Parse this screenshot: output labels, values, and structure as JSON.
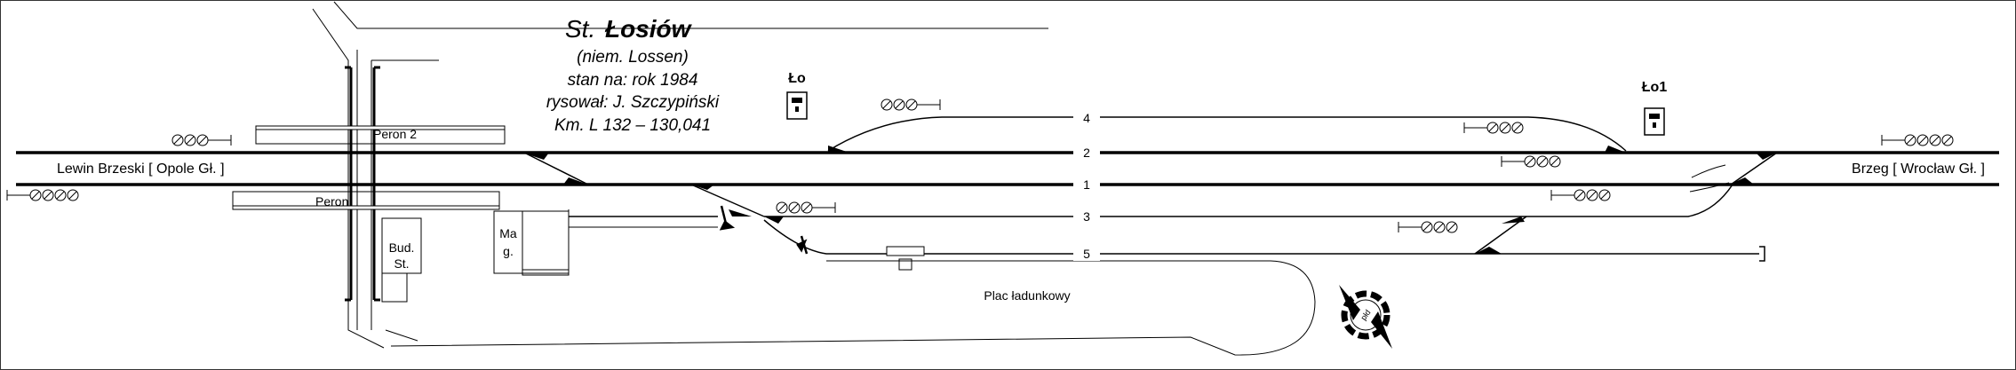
{
  "header": {
    "station_prefix": "St.",
    "station_name": "Łosiów",
    "former_name": "(niem. Lossen)",
    "state_date": "stan na: rok 1984",
    "drawn_by": "rysował: J. Szczypiński",
    "kilometre": "Km. L 132 – 130,041"
  },
  "directions": {
    "west": "Lewin Brzeski [ Opole Gł. ]",
    "east": "Brzeg [ Wrocław Gł. ]"
  },
  "tracks": [
    "4",
    "2",
    "1",
    "3",
    "5"
  ],
  "signal_boxes": [
    "Ło",
    "Ło1"
  ],
  "platforms": [
    "Peron 2",
    "Peron"
  ],
  "buildings": {
    "station_building": [
      "Bud.",
      "St."
    ],
    "warehouse": [
      "Ma",
      "g."
    ]
  },
  "loading_area": "Plac ładunkowy",
  "compass": {
    "rose_label": "płd"
  },
  "colors": {
    "line": "#000000",
    "background": "#ffffff",
    "frame": "#333333"
  }
}
